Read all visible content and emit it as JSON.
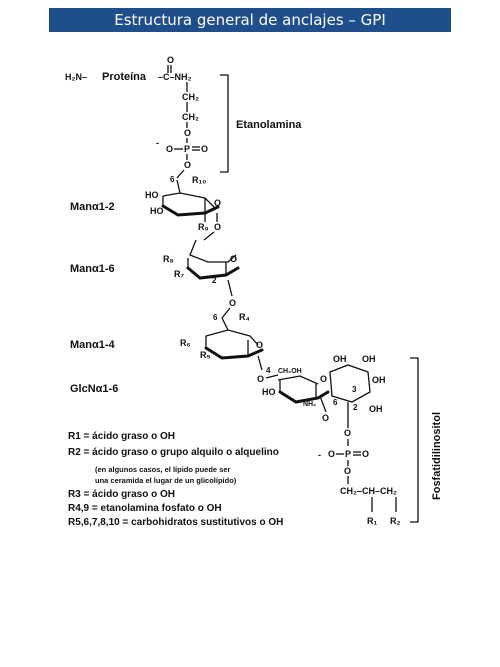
{
  "title": "Estructura general de anclajes – GPI",
  "labels": {
    "h2n": "H₂N–",
    "protein": "Proteína",
    "c_label": "–C–NH₂",
    "oxygen": "O",
    "ch2": "CH₂",
    "p": "P",
    "minus": "-",
    "ethanolamine": "Etanolamina",
    "phosphatidylinositol": "Fosfatidilinositol",
    "man12": "Manα1-2",
    "man16": "Manα1-6",
    "man14": "Manα1-4",
    "glcn16": "GlcNα1-6",
    "r10": "R₁₀",
    "r9": "R₉",
    "r8": "R₈",
    "r7": "R₇",
    "r6": "R₆",
    "r5": "R₅",
    "r4": "R₄",
    "r1": "R₁",
    "r2": "R₂",
    "ho": "HO",
    "oh": "OH",
    "nh2": "NH₂",
    "ch2oh": "CH₂OH",
    "ring_6": "6",
    "ring_2": "2",
    "ring_4": "4",
    "ring_3": "3",
    "ch2_ch_ch2": "CH₂–CH–CH₂"
  },
  "legend": {
    "r1": "R1 = ácido graso o OH",
    "r2": "R2 = ácido graso o grupo alquilo o alquelino",
    "note1": "(en algunos casos, el lípido puede ser",
    "note2": "una ceramida el lugar de un glicolípido)",
    "r3": "R3 = ácido graso o OH",
    "r49": "R4,9 = etanolamina fosfato o OH",
    "r5678": "R5,6,7,8,10 = carbohidratos sustitutivos o OH"
  },
  "colors": {
    "title_bg": "#1f4e8c",
    "title_fg": "#ffffff",
    "ink": "#111111"
  }
}
